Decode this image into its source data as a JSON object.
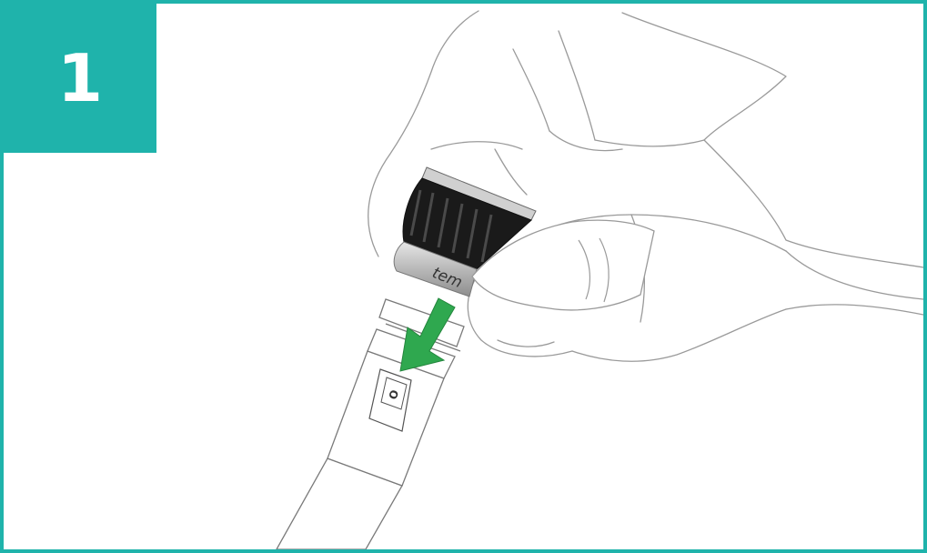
{
  "step": {
    "number": "1"
  },
  "cap": {
    "brand_text": "tem"
  },
  "pen_window": {
    "letter": "O"
  },
  "colors": {
    "accent": "#1fb3ab",
    "arrow": "#2fa84f",
    "cap_ridges": "#1a1a1a",
    "cap_band": "#bdbdbd",
    "outline": "#8a8a8a"
  },
  "icons": {
    "arrow": "arrow-down-left-icon"
  }
}
